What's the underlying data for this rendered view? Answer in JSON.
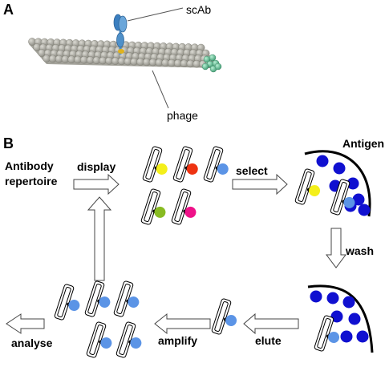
{
  "panels": {
    "a": "A",
    "b": "B"
  },
  "panel_a": {
    "scab_label": "scAb",
    "phage_label": "phage"
  },
  "panel_b": {
    "antibody_repertoire": [
      "Antibody",
      "repertoire"
    ],
    "antigen": "Antigen",
    "steps": {
      "display": "display",
      "select": "select",
      "wash": "wash",
      "elute": "elute",
      "amplify": "amplify",
      "analyse": "analyse"
    }
  },
  "colors": {
    "phage_body": "#a9a8a0",
    "phage_tip": "#6fbf9a",
    "antibody": "#4f90c9",
    "antigen": "#1010d0",
    "binder": "#5b94e6",
    "yellow": "#f4ef1a",
    "red": "#ee3311",
    "green": "#88bb22",
    "magenta": "#ee1188"
  }
}
